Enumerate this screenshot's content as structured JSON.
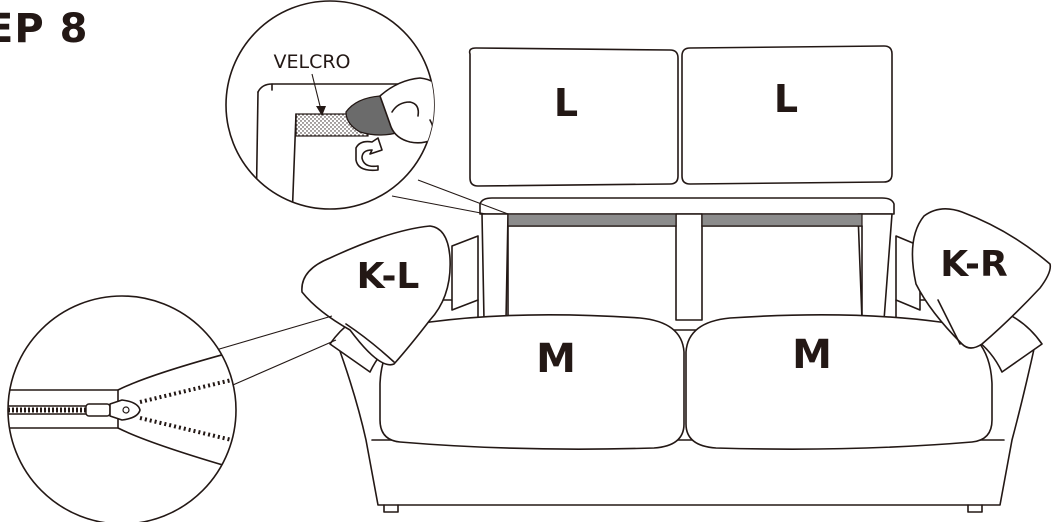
{
  "step": {
    "title": "EP 8"
  },
  "labels": {
    "headrest_left": "L",
    "headrest_right": "L",
    "armrest_left": "K-L",
    "armrest_right": "K-R",
    "seat_left": "M",
    "seat_right": "M"
  },
  "callouts": {
    "velcro": "VELCRO"
  },
  "colors": {
    "line": "#231815",
    "velcro_strip": "#8c8c8c",
    "finger_shade": "#6b6b6b"
  }
}
